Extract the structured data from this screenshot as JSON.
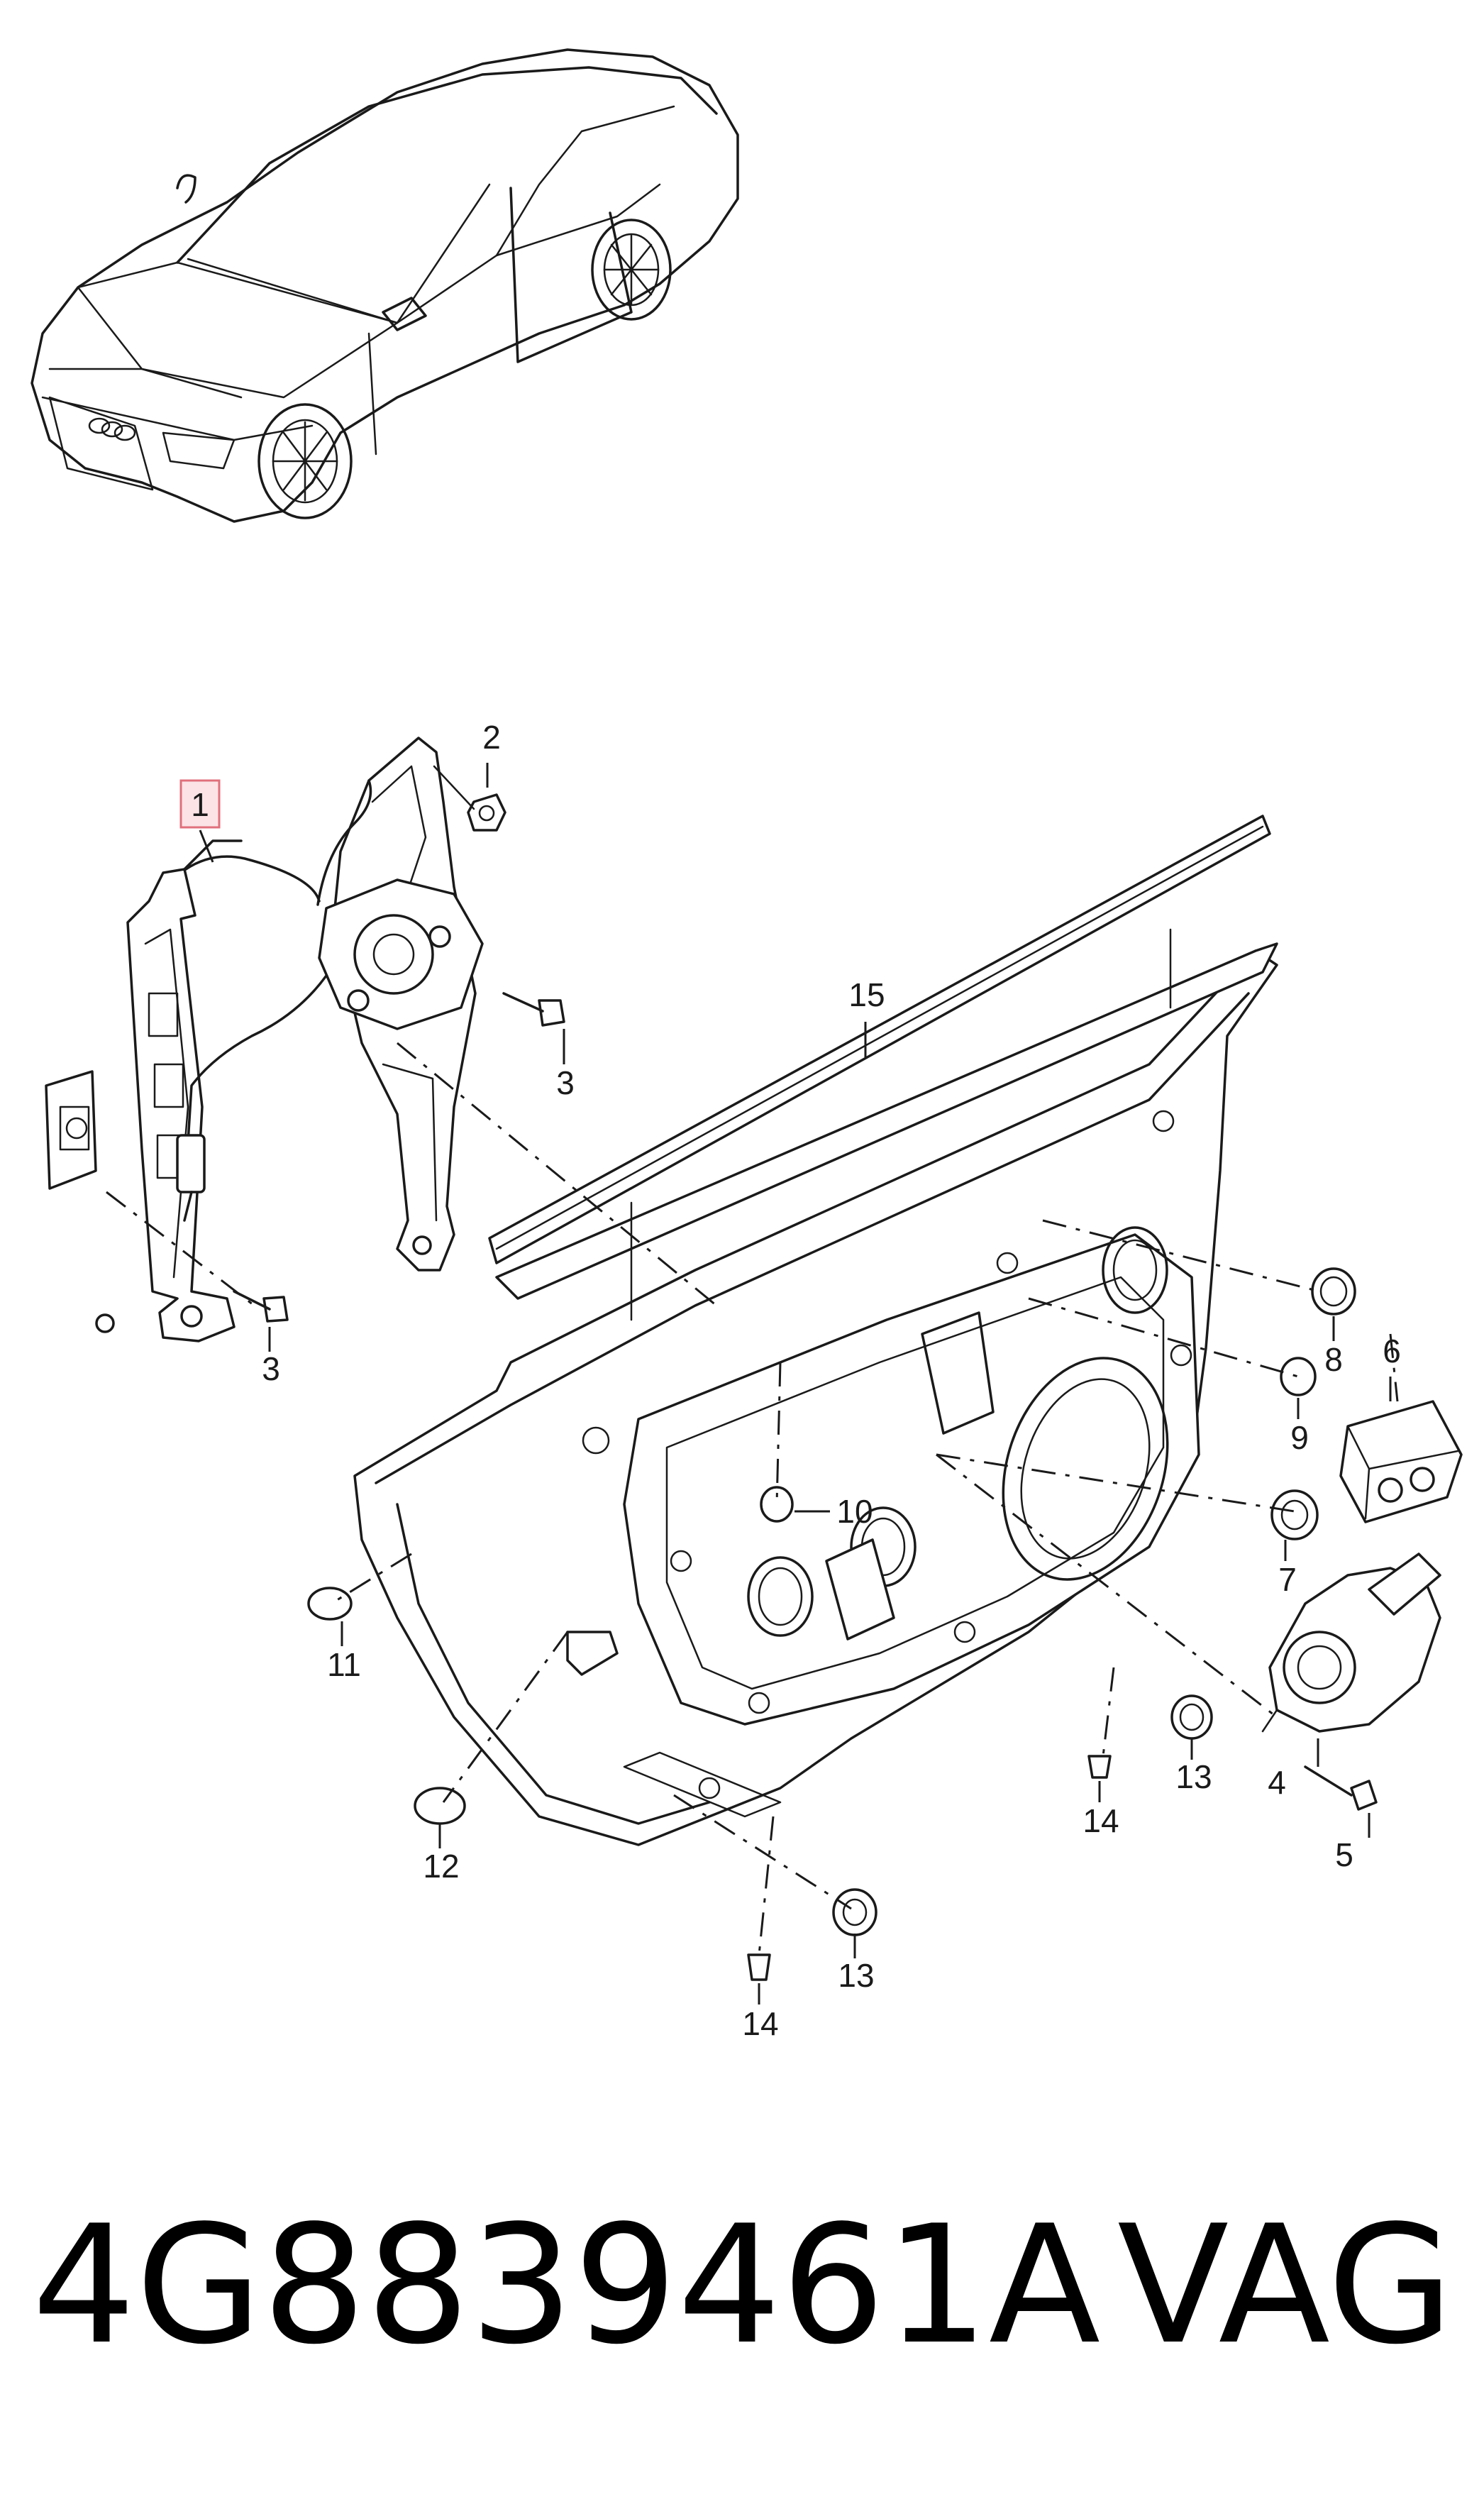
{
  "callouts": {
    "c1": "1",
    "c2": "2",
    "c3a": "3",
    "c3b": "3",
    "c4": "4",
    "c5": "5",
    "c6": "6",
    "c7": "7",
    "c8": "8",
    "c9": "9",
    "c10": "10",
    "c11": "11",
    "c12": "12",
    "c13a": "13",
    "c13b": "13",
    "c14a": "14",
    "c14b": "14",
    "c15": "15"
  },
  "footer": {
    "part_number": "4G8839461A",
    "brand": "VAG"
  },
  "highlight_color": "#e0707c"
}
